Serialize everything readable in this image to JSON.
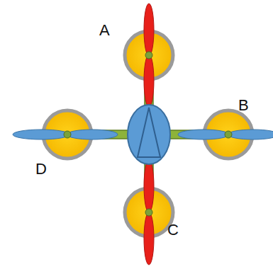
{
  "diagram": {
    "labels": [
      "A",
      "B",
      "D",
      "C"
    ]
  }
}
